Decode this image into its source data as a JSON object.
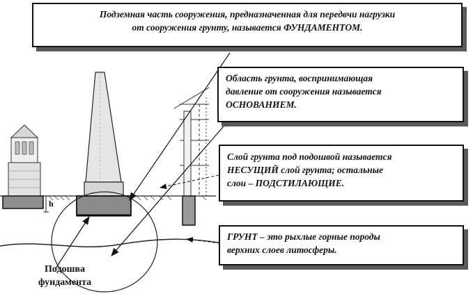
{
  "callouts": {
    "foundation": {
      "line1": "Подземная часть сооружения, предназначенная для передвчи нагрузки",
      "line2": "от сооружения грунту, называется ФУНДАМЕНТОМ."
    },
    "base": {
      "line1": "Область грунта, воспринимающая",
      "line2": "давление от сооружения называется",
      "line3": "ОСНОВАНИЕМ."
    },
    "bearing": {
      "line1": "Слой грунта под подошвой называется",
      "line2": "НЕСУЩИЙ слой грунта; остальные",
      "line3": "слои – ПОДСТИЛАЮЩИЕ."
    },
    "soil": {
      "line1": "ГРУНТ – это рыхлые горные породы",
      "line2": "верхних слоев литосферы."
    }
  },
  "labels": {
    "sole_line1": "Подошва",
    "sole_line2": "фундамента",
    "depth": "h"
  }
}
